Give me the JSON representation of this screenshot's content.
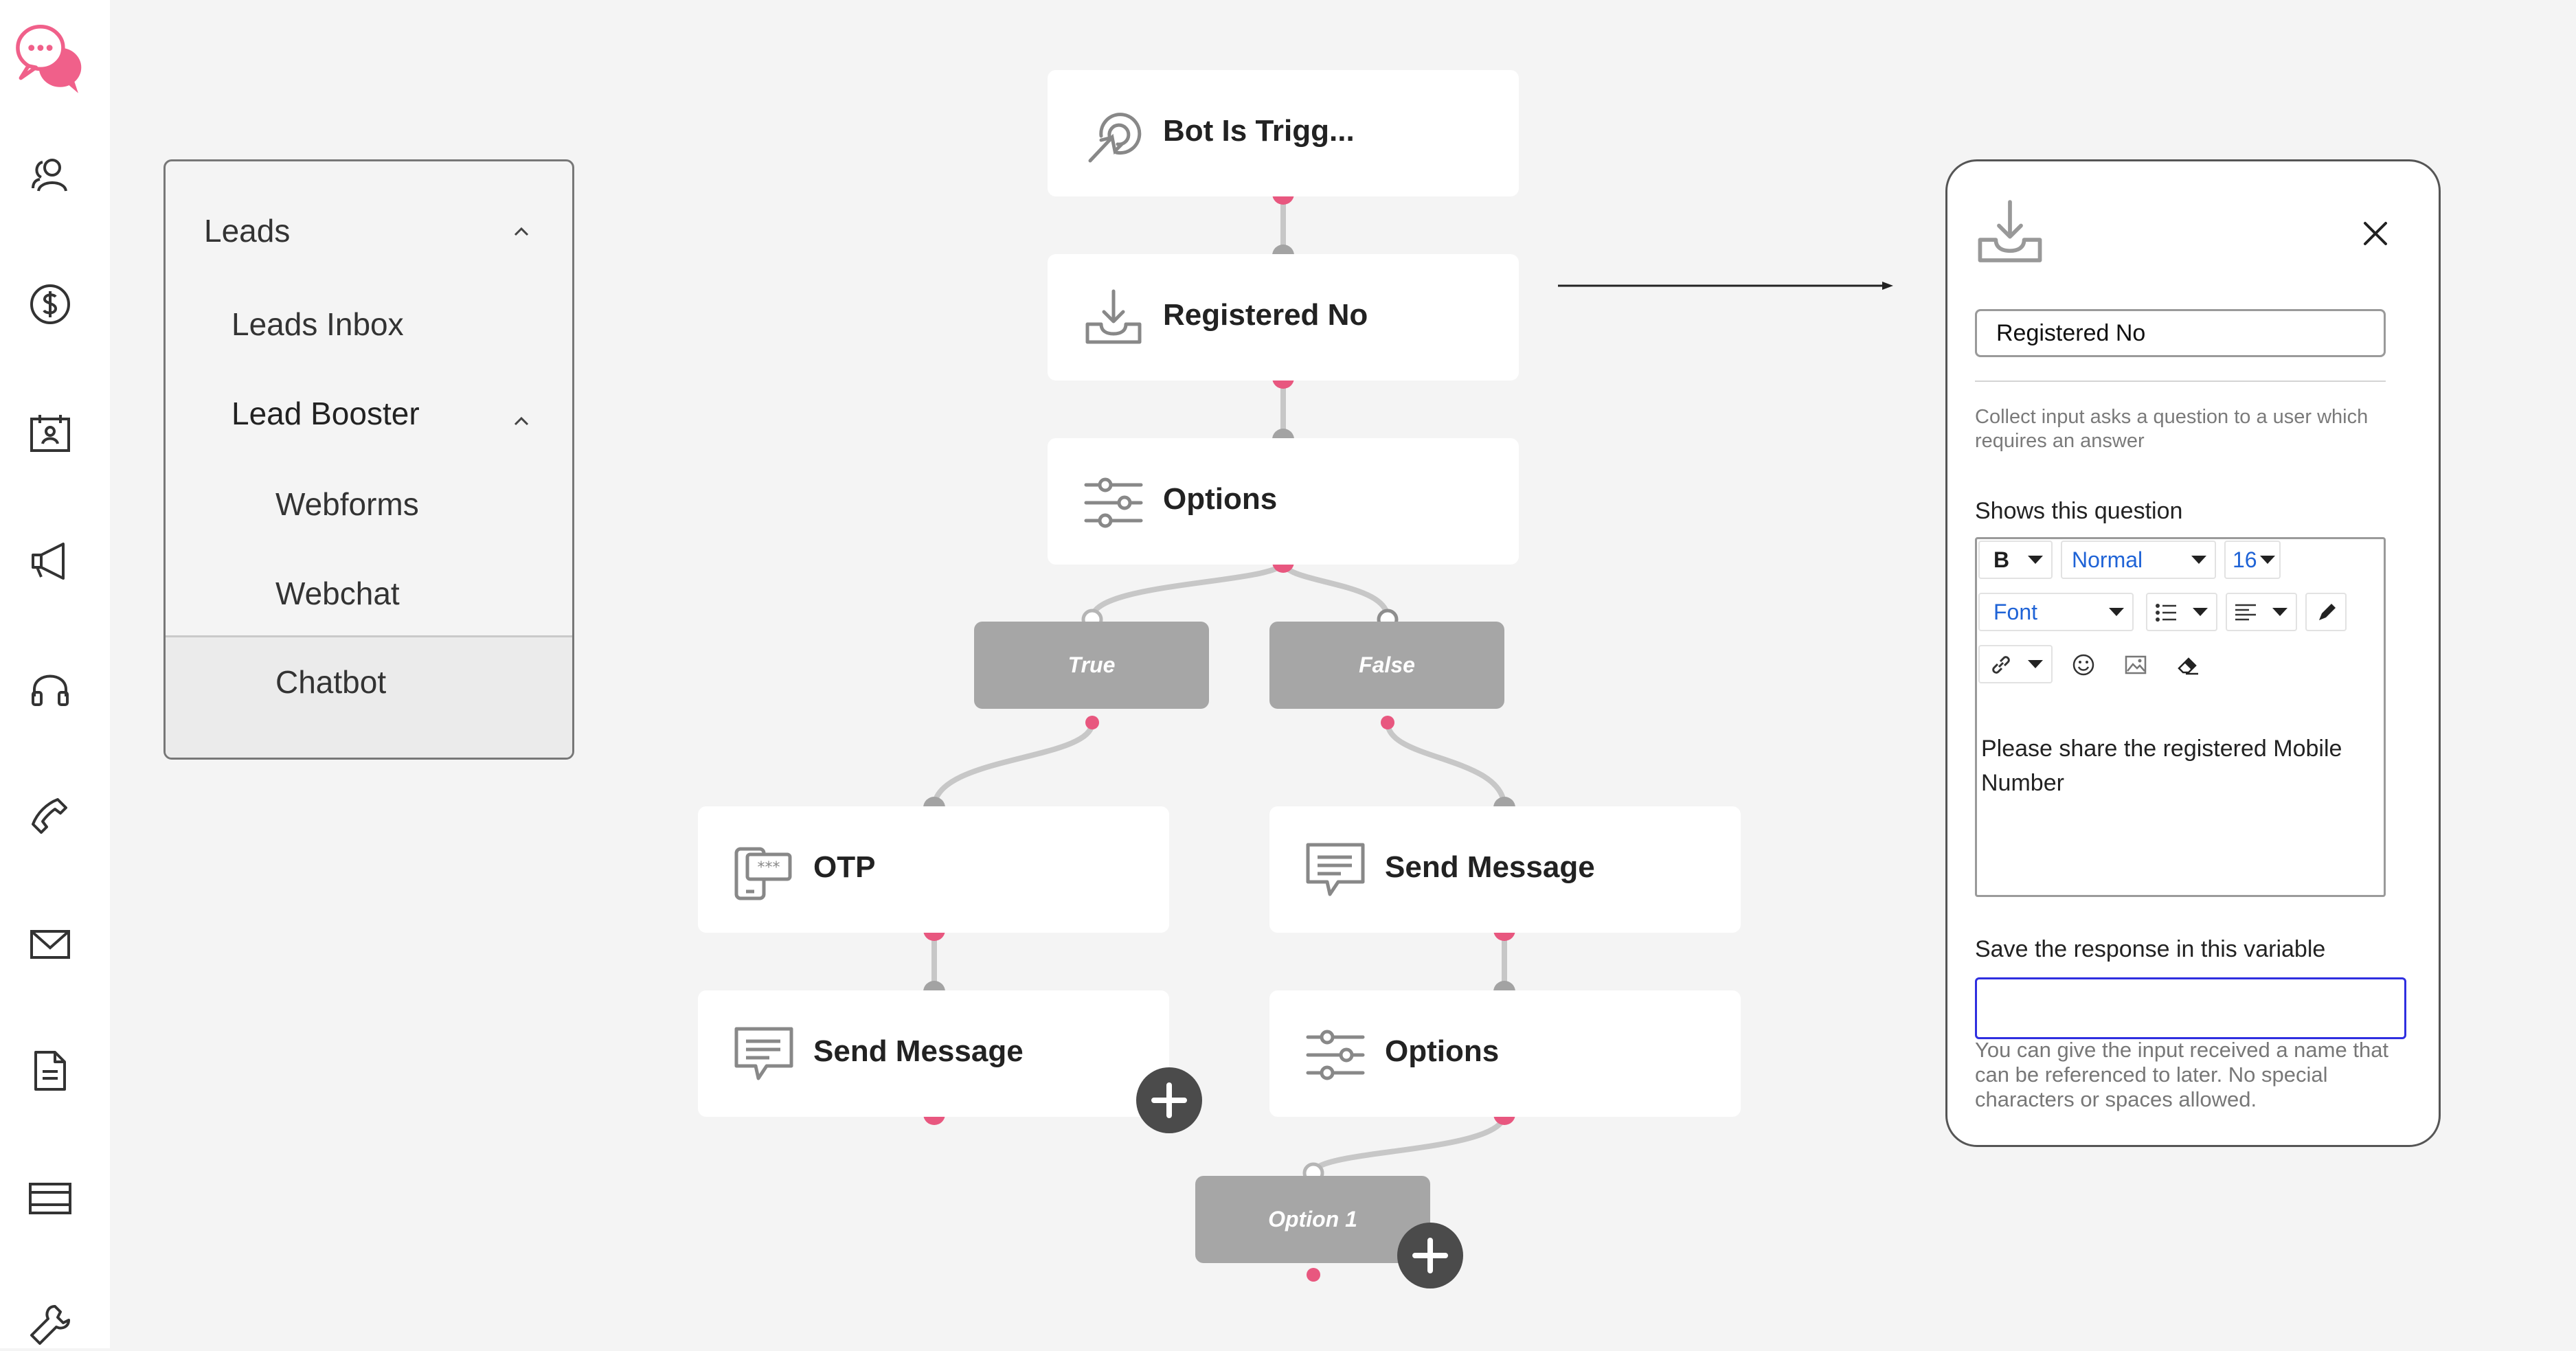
{
  "rail": {
    "icons": [
      "chat-bubbles-logo-icon",
      "contacts-icon",
      "dollar-icon",
      "calendar-icon",
      "megaphone-icon",
      "headset-icon",
      "phone-icon",
      "mail-icon",
      "document-icon",
      "card-icon",
      "wrench-icon"
    ]
  },
  "submenu": {
    "leads": "Leads",
    "leads_inbox": "Leads Inbox",
    "lead_booster": "Lead Booster",
    "webforms": "Webforms",
    "webchat": "Webchat",
    "chatbot": "Chatbot"
  },
  "flow": {
    "trigger": "Bot Is Trigg...",
    "registered": "Registered No",
    "options": "Options",
    "true_label": "True",
    "false_label": "False",
    "otp": "OTP",
    "send_message_left": "Send Message",
    "send_message_right": "Send Message",
    "options_right": "Options",
    "option1": "Option 1"
  },
  "panel": {
    "name_value": "Registered No",
    "description": "Collect input asks a question to a user which requires an answer",
    "question_label": "Shows this question",
    "toolbar": {
      "bold": "B",
      "style": "Normal",
      "size": "16",
      "font": "Font"
    },
    "question_text": "Please share the registered Mobile Number",
    "variable_label": "Save the response in this variable",
    "variable_value": "",
    "variable_help": "You can give the input received a name that can be referenced to later. No special characters or spaces allowed."
  },
  "colors": {
    "accent_pink": "#e8577f",
    "port_gray": "#a3a3a3",
    "branch_gray": "#a6a6a6",
    "input_focus": "#2f2fe0",
    "link_blue": "#1f63d6"
  }
}
